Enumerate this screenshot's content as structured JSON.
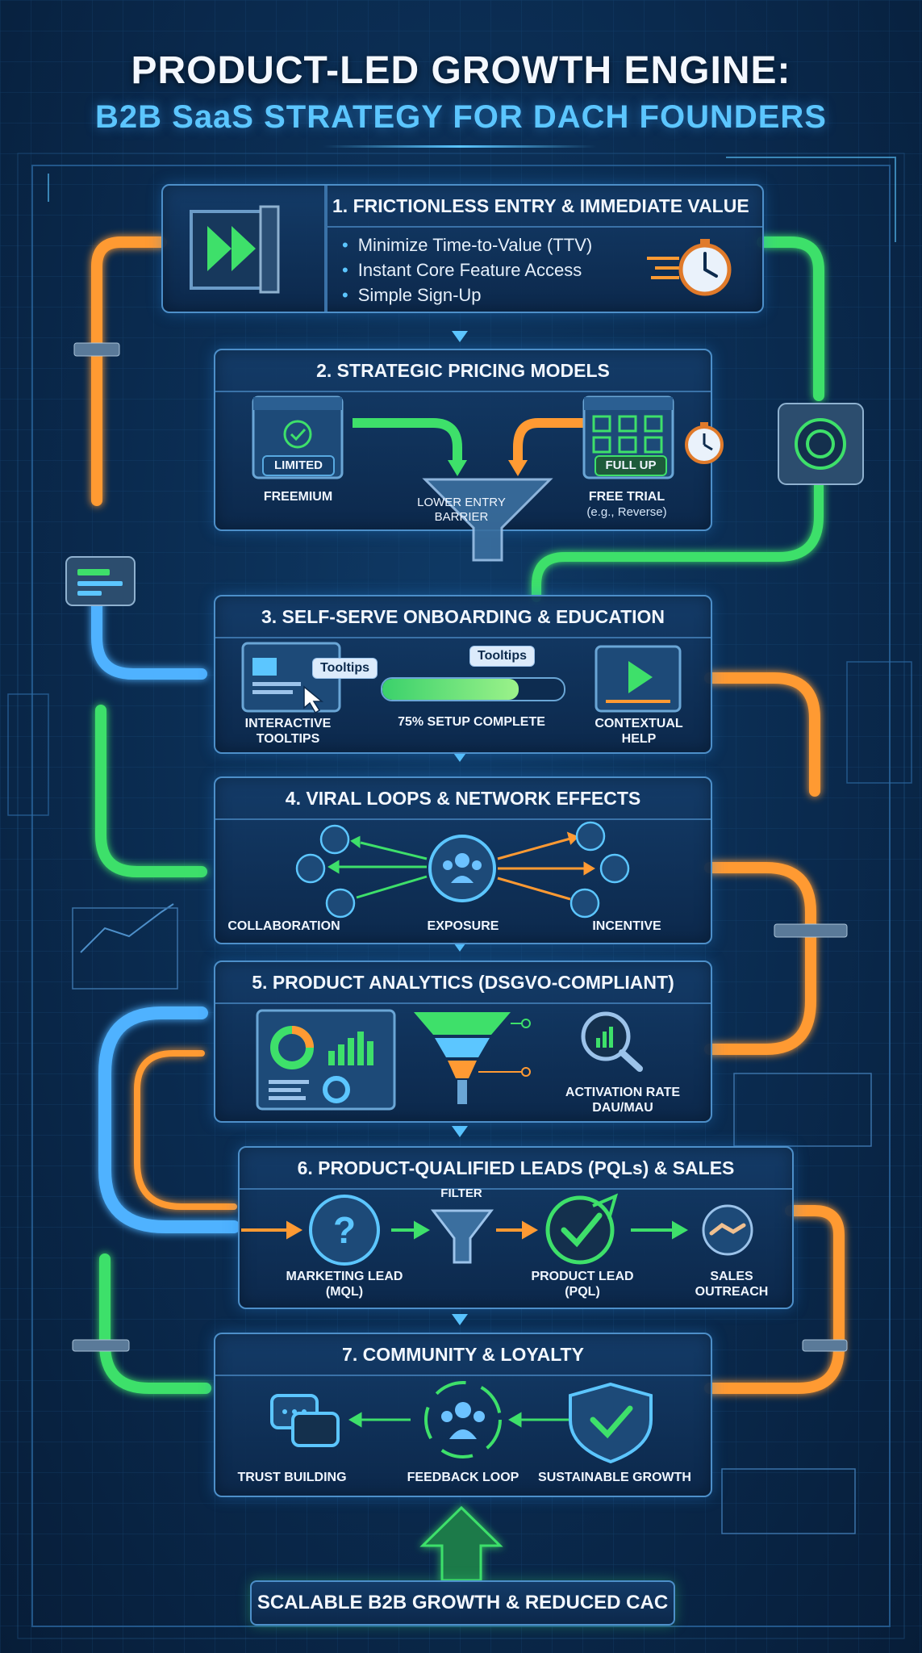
{
  "header": {
    "title": "PRODUCT-LED GROWTH ENGINE:",
    "subtitle": "B2B SaaS STRATEGY FOR DACH FOUNDERS"
  },
  "colors": {
    "background": "#0a2a4e",
    "accent_blue": "#5cc6ff",
    "pipe_green": "#3ee06a",
    "pipe_orange": "#ff9a33",
    "panel_border": "#4d8fc9"
  },
  "steps": [
    {
      "title": "1. FRICTIONLESS ENTRY & IMMEDIATE VALUE",
      "bullets": [
        "Minimize Time-to-Value (TTV)",
        "Instant Core Feature Access",
        "Simple Sign-Up"
      ],
      "icons": [
        "door-fast-forward-icon",
        "stopwatch-icon"
      ]
    },
    {
      "title": "2. STRATEGIC PRICING MODELS",
      "freemium_badge": "LIMITED",
      "freemium_label": "FREEMIUM",
      "funnel_label": "LOWER ENTRY BARRIER",
      "trial_badge": "FULL UP",
      "trial_label": "FREE TRIAL",
      "trial_note": "(e.g., Reverse)"
    },
    {
      "title": "3. SELF-SERVE ONBOARDING & EDUCATION",
      "tooltip_chip_1": "Tooltips",
      "tooltip_chip_2": "Tooltips",
      "item1_label": "INTERACTIVE TOOLTIPS",
      "progress_label": "75% SETUP COMPLETE",
      "progress_value": 0.75,
      "item3_label": "CONTEXTUAL HELP"
    },
    {
      "title": "4. VIRAL LOOPS & NETWORK EFFECTS",
      "labels": [
        "COLLABORATION",
        "EXPOSURE",
        "INCENTIVE"
      ]
    },
    {
      "title": "5. PRODUCT ANALYTICS (DSGVO-COMPLIANT)",
      "metrics_label": "ACTIVATION RATE DAU/MAU"
    },
    {
      "title": "6. PRODUCT-QUALIFIED LEADS (PQLs) & SALES",
      "filter_label": "FILTER",
      "labels": [
        "MARKETING LEAD (MQL)",
        "PRODUCT LEAD (PQL)",
        "SALES OUTREACH"
      ]
    },
    {
      "title": "7. COMMUNITY & LOYALTY",
      "labels": [
        "TRUST BUILDING",
        "FEEDBACK LOOP",
        "SUSTAINABLE GROWTH"
      ]
    }
  ],
  "footer": {
    "banner": "SCALABLE B2B GROWTH & REDUCED CAC"
  }
}
